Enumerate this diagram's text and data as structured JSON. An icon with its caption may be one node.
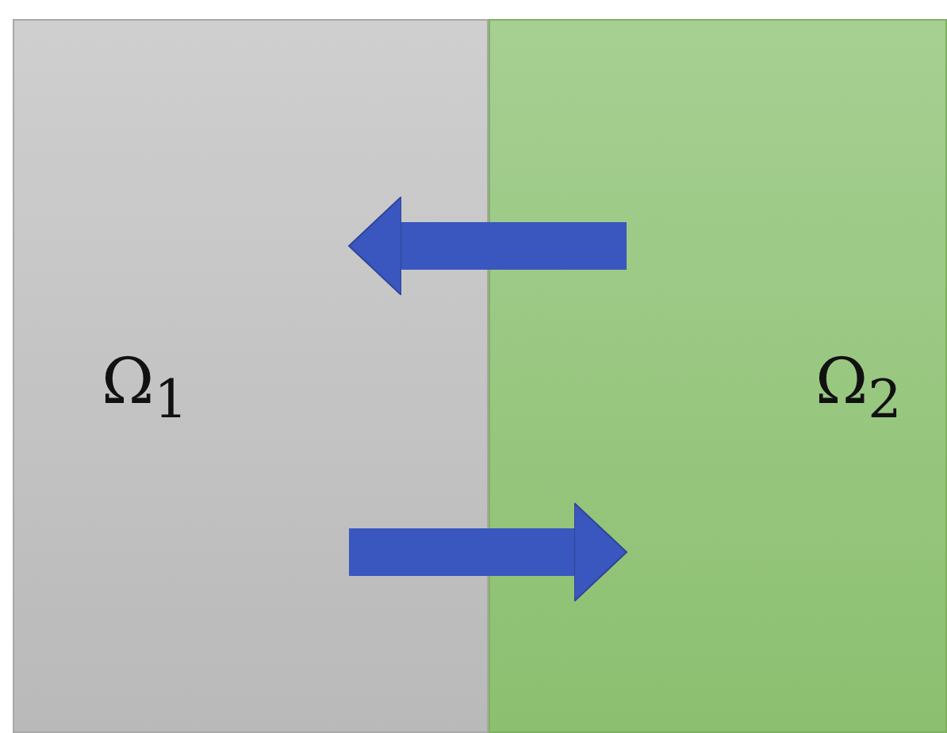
{
  "diagram": {
    "nodes": [
      {
        "text": [
          "Ω$_{1}$"
        ]
      },
      {
        "text": [
          "Ω$_{2}$"
        ]
      }
    ],
    "edges": [
      {
        "from": 1,
        "to": 0,
        "arrow": "to"
      },
      {
        "from": 0,
        "to": 1,
        "arrow": "to"
      }
    ]
  }
}
